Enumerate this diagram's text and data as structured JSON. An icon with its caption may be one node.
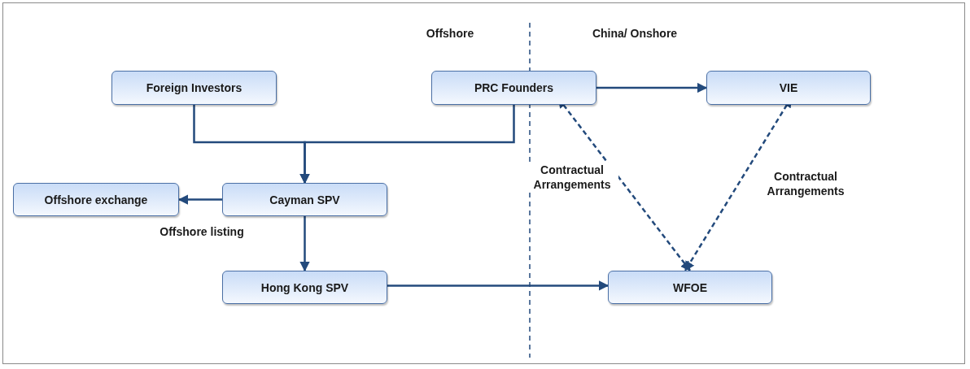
{
  "diagram": {
    "nodes": [
      {
        "text": [
          "Foreign Investors"
        ]
      },
      {
        "text": [
          "PRC Founders"
        ]
      },
      {
        "text": [
          "VIE"
        ]
      },
      {
        "text": [
          "Offshore exchange"
        ]
      },
      {
        "text": [
          "Cayman SPV"
        ]
      },
      {
        "text": [
          "Hong Kong SPV"
        ]
      },
      {
        "text": [
          "WFOE"
        ]
      }
    ],
    "edges": [
      {
        "from": 0,
        "to": 4,
        "arrow": "to"
      },
      {
        "from": 1,
        "to": 4,
        "arrow": "to"
      },
      {
        "from": 1,
        "to": 2,
        "arrow": "to"
      },
      {
        "from": 4,
        "to": 3,
        "arrow": "to",
        "label": "Offshore listing"
      },
      {
        "from": 4,
        "to": 5,
        "arrow": "to"
      },
      {
        "from": 5,
        "to": 6,
        "arrow": "to"
      },
      {
        "from": 1,
        "to": 6,
        "arrow": "both",
        "style": "dashed",
        "label": "Contractual Arrangements"
      },
      {
        "from": 2,
        "to": 6,
        "arrow": "both",
        "style": "dashed",
        "label": "Contractual Arrangements"
      }
    ],
    "labels": [
      "Offshore",
      "China/ Onshore"
    ]
  }
}
